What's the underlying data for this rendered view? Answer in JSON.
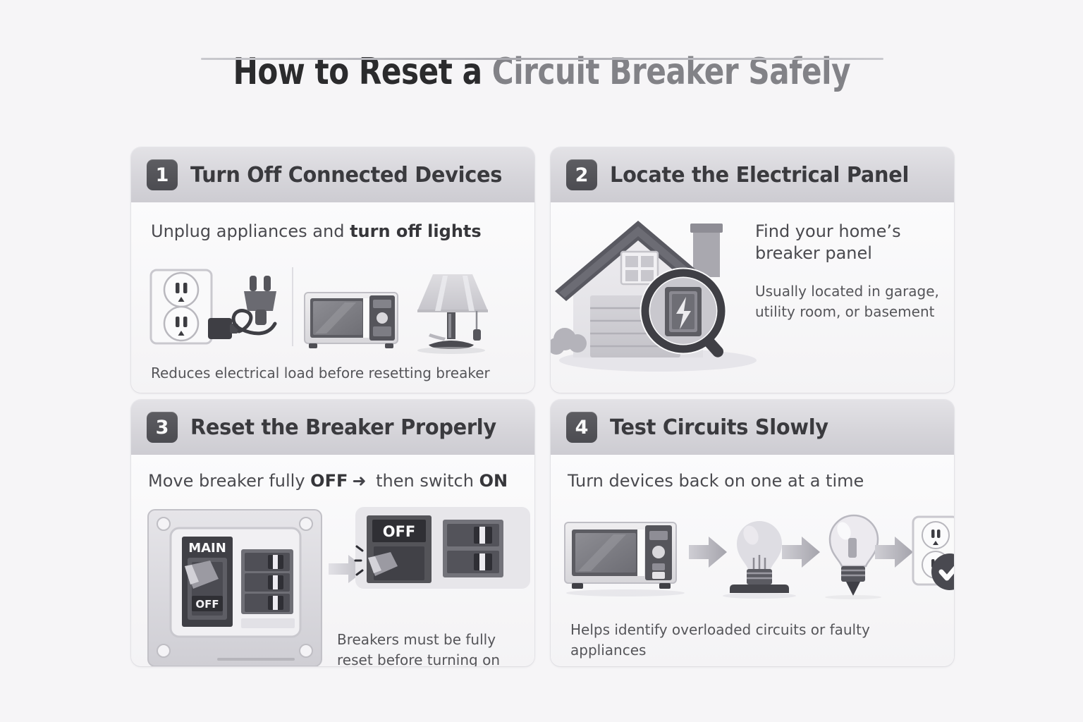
{
  "title": {
    "part_dark": "How to Reset a ",
    "part_gray": "Circuit Breaker Safely",
    "full": "How to Reset a Circuit Breaker Safely"
  },
  "colors": {
    "background": "#f6f5f7",
    "card_background": "#f7f6f8",
    "header_gradient_top": "#e3e2e6",
    "header_gradient_bottom": "#cdccd2",
    "badge": "#555559",
    "title_dark": "#2b2b2d",
    "title_gray": "#828287",
    "body_text": "#4a4a4f",
    "note_text": "#555559",
    "accent_dark": "#3f3f44"
  },
  "cards": [
    {
      "number": "1",
      "title": "Turn Off Connected Devices",
      "lead_plain_1": "Unplug appliances and ",
      "lead_bold": "turn off lights",
      "lead_plain_2": "",
      "note": "Reduces electrical load before resetting breaker",
      "illustration": "outlet-plug-microwave-lamp"
    },
    {
      "number": "2",
      "title": "Locate the Electrical Panel",
      "lead": "Find your home’s breaker panel",
      "note": "Usually located in garage, utility room, or basement",
      "illustration": "house-garage-magnifier-panel"
    },
    {
      "number": "3",
      "title": "Reset the Breaker Properly",
      "lead_plain_1": "Move breaker fully ",
      "lead_bold_1": "OFF",
      "lead_arrow": "➜",
      "lead_plain_2": " then switch ",
      "lead_bold_2": "ON",
      "note": "Breakers must be fully reset before turning on",
      "illustration": "breaker-panel-main-off",
      "panel_labels": {
        "main": "MAIN",
        "off": "OFF",
        "off_small": "OFF"
      }
    },
    {
      "number": "4",
      "title": "Test Circuits Slowly",
      "lead": "Turn devices back on one at a time",
      "note": "Helps identify overloaded circuits or faulty appliances",
      "illustration": "microwave-bulb-dim-bulb-bright-outlet-check"
    }
  ]
}
